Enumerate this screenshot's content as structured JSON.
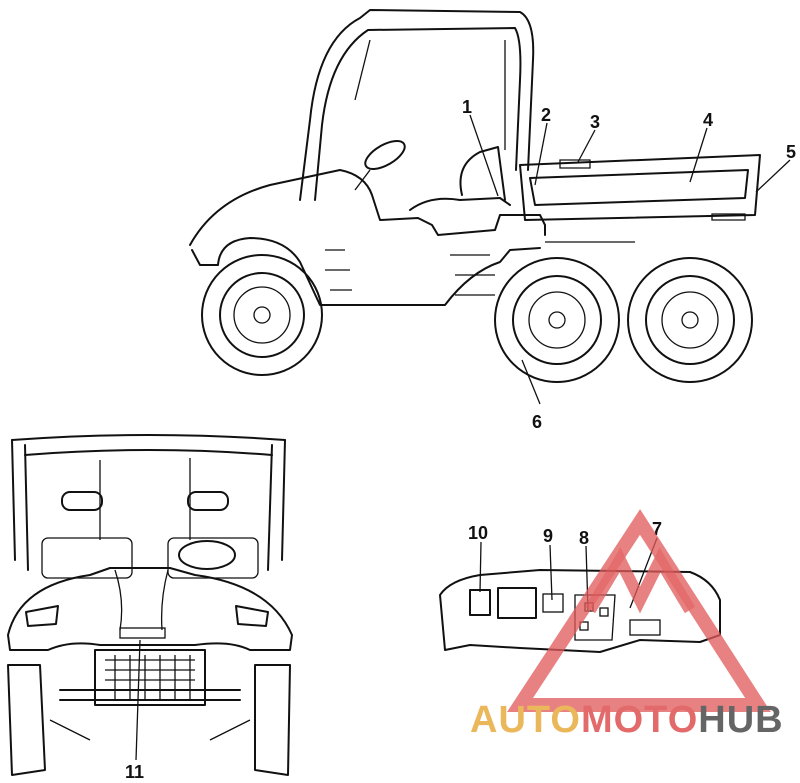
{
  "callouts": [
    {
      "id": "1",
      "label": "1"
    },
    {
      "id": "2",
      "label": "2"
    },
    {
      "id": "3",
      "label": "3"
    },
    {
      "id": "4",
      "label": "4"
    },
    {
      "id": "5",
      "label": "5"
    },
    {
      "id": "6",
      "label": "6"
    },
    {
      "id": "7",
      "label": "7"
    },
    {
      "id": "8",
      "label": "8"
    },
    {
      "id": "9",
      "label": "9"
    },
    {
      "id": "10",
      "label": "10"
    },
    {
      "id": "11",
      "label": "11"
    }
  ],
  "watermark": {
    "part1": "AUTO",
    "part2": "MOTO",
    "part3": "HUB",
    "color_primary": "#e05a5a",
    "color_secondary": "#e9b04a",
    "color_tertiary": "#555555"
  },
  "icons": {
    "side_view": "six-wheel-utility-vehicle-side-view",
    "front_view": "utility-vehicle-front-view",
    "dashboard": "dashboard-panel-view",
    "logo": "triangle-m-logo"
  }
}
